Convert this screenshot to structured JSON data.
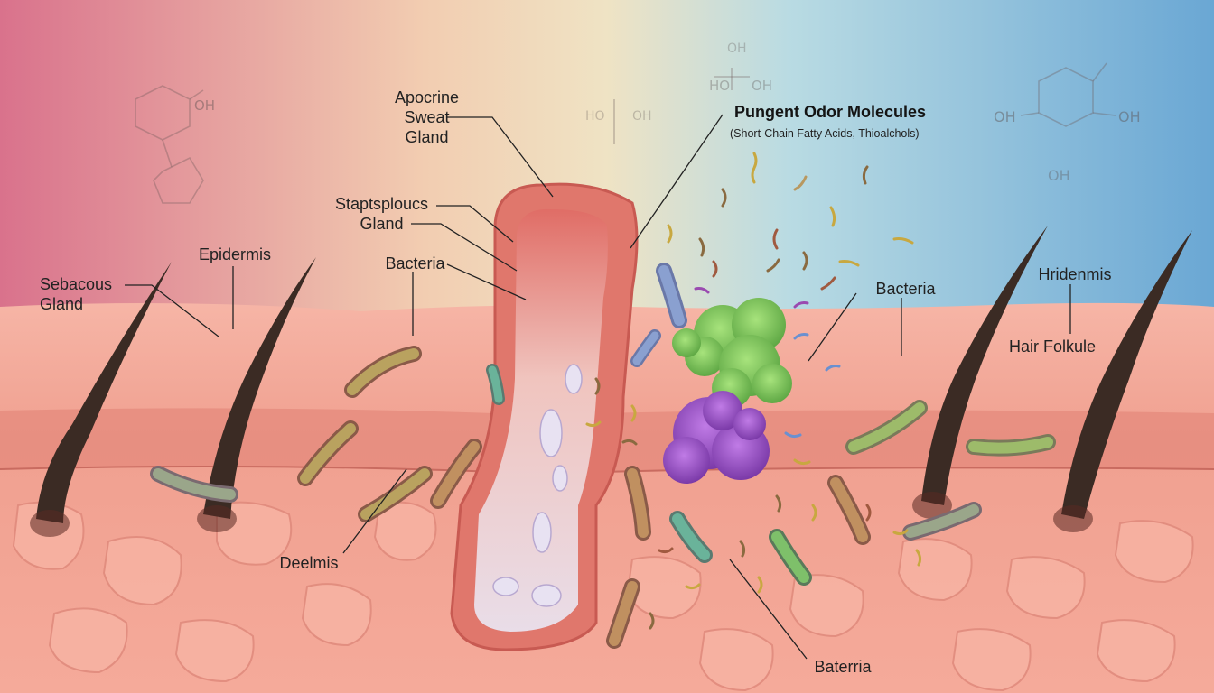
{
  "diagram": {
    "labels": {
      "apocrine": "Apocrine\nSweat\nGland",
      "pungent_title": "Pungent Odor Molecules",
      "pungent_subtitle": "(Short-Chain Fatty Acids, Thioalchols)",
      "staptsploucs": "Staptsploucs\nGland",
      "epidermis": "Epidermis",
      "sebaceous": "Sebacous\nGland",
      "bacteria_left": "Bacteria",
      "bacteria_right": "Bacteria",
      "hridenmis": "Hridenmis",
      "hair_follicle": "Hair Folkule",
      "dermis": "Deelmis",
      "baterria": "Baterria"
    },
    "chem_glyphs": [
      "OH",
      "OH",
      "OH",
      "HO",
      "HO",
      "OH",
      "OH",
      "OH",
      "OH"
    ],
    "colors": {
      "skin": "#f2a89a",
      "skin_dark": "#e07f72",
      "bg_left": "#d9728c",
      "bg_right": "#6aa7d4",
      "bacteria_green": "#7cc860",
      "bacteria_purple": "#9a55c8",
      "hair": "#3b2b24"
    }
  }
}
